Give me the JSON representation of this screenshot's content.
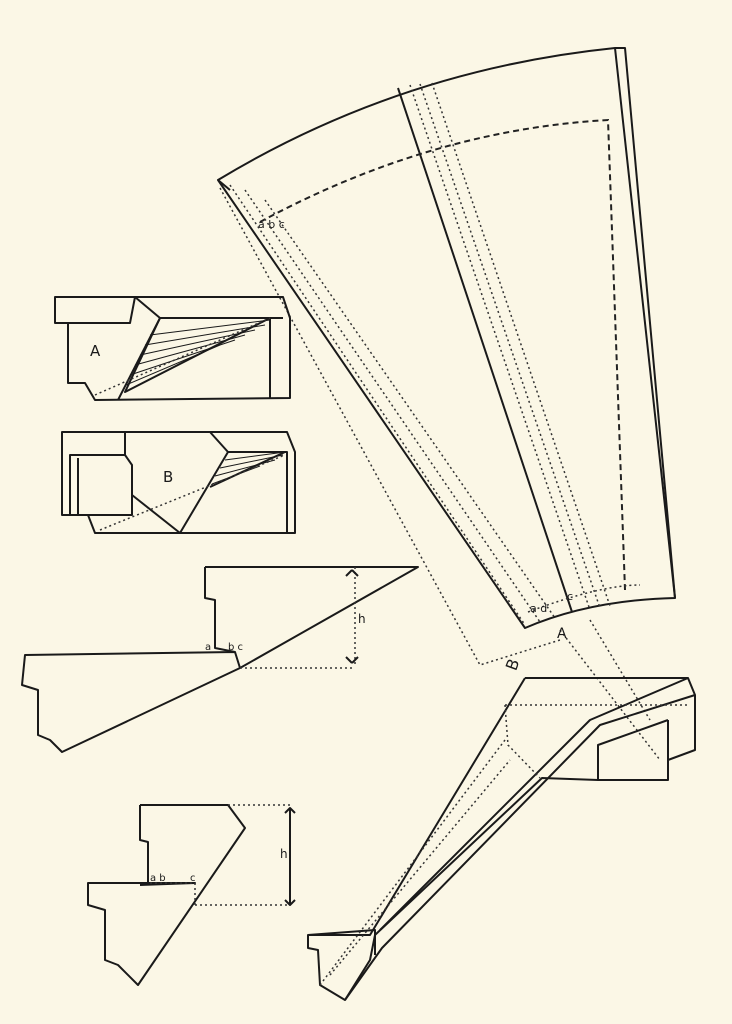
{
  "labels": {
    "block_a": "A",
    "block_b": "B",
    "fan_abc": "a b c",
    "fan_bottom_ad": "a d",
    "fan_bottom_c": "c",
    "fan_bottom_a": "A",
    "fan_bottom_b": "B",
    "profile1_a": "a",
    "profile1_bc": "b c",
    "profile1_h": "h",
    "profile2_abc": "a b",
    "profile2_c": "c",
    "profile2_h": "h"
  }
}
